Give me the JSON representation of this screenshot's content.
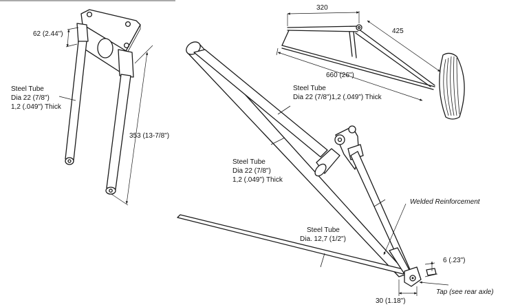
{
  "left_view": {
    "dim_width": "62 (2.44\")",
    "tube_label": [
      "Steel Tube",
      "Dia 22 (7/8\")",
      "1,2 (.049\") Thick"
    ],
    "dim_length": "353 (13-7/8\")"
  },
  "top_right_view": {
    "dim_top": "320",
    "dim_diag": "425",
    "dim_bottom": "660 (26\")"
  },
  "main_view": {
    "upper_tube_label": [
      "Steel Tube",
      "Dia 22 (7/8\")1,2 (.049\") Thick"
    ],
    "left_tube_label": [
      "Steel Tube",
      "Dia 22 (7/8\")",
      "1,2 (.049\") Thick"
    ],
    "welded_label": "Welded Reinforcement",
    "lower_tube_label": [
      "Steel Tube",
      "Dia. 12,7 (1/2\")"
    ],
    "dim_tab": "6 (.23\")",
    "tap_label": "Tap (see rear axle)",
    "dim_bottom": "30 (1.18\")"
  }
}
